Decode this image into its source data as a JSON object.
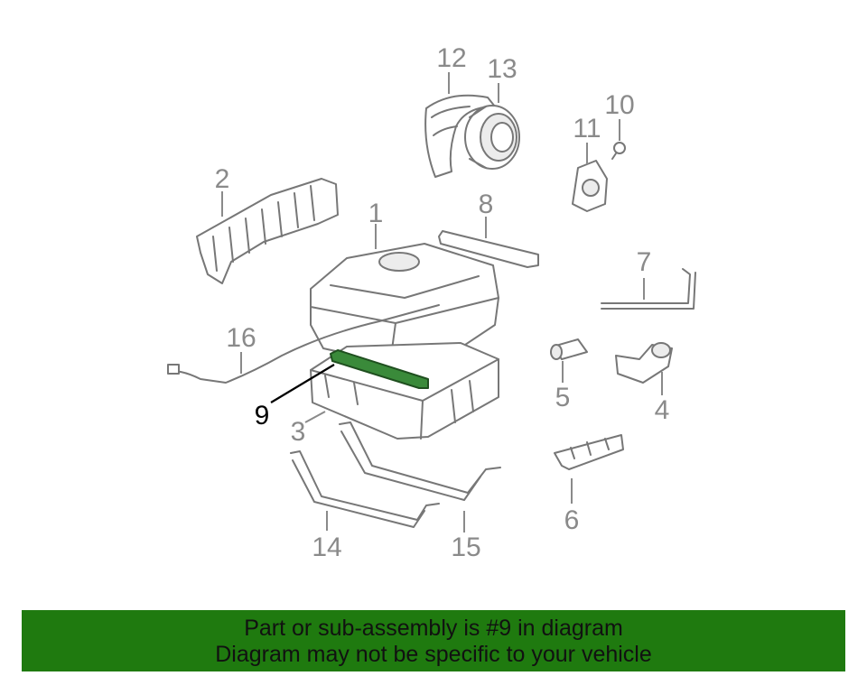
{
  "colors": {
    "banner": "#1f7a0f",
    "highlight": "#3a8a3a",
    "line_art": "#777777",
    "callout": "#8a8a8a"
  },
  "diagram": {
    "callouts": [
      "1",
      "2",
      "3",
      "4",
      "5",
      "6",
      "7",
      "8",
      "9",
      "10",
      "11",
      "12",
      "13",
      "14",
      "15",
      "16"
    ],
    "highlighted_part": "9"
  },
  "banner": {
    "line1": "Part or sub-assembly is #9 in diagram",
    "line2": "Diagram may not be specific to your vehicle"
  }
}
